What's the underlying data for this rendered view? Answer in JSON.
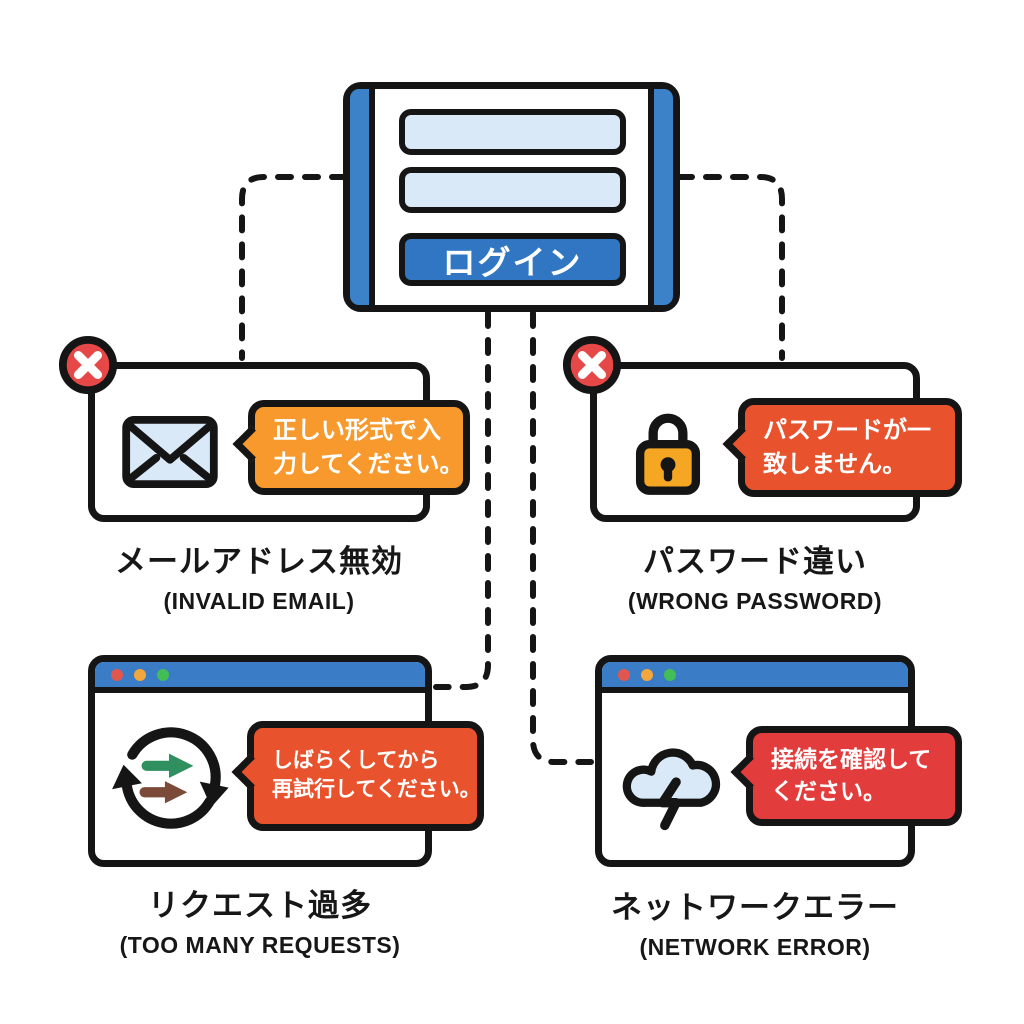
{
  "colors": {
    "ink": "#151515",
    "background": "#ffffff",
    "card_blue": "#3b82c9",
    "input_blue": "#d9e9f8",
    "button_blue": "#3076c2",
    "titlebar_blue": "#3b7cc6",
    "badge_red": "#e64747",
    "lock_orange": "#f5a623",
    "dot_red": "#e2574d",
    "dot_orange": "#f2a73d",
    "dot_green": "#43bd55",
    "arrow_green": "#2f8f5e",
    "arrow_brown": "#7b4a38"
  },
  "login_card": {
    "email_field_value": "",
    "password_field_value": "",
    "button_label": "ログイン"
  },
  "panels": {
    "invalid_email": {
      "badge_icon": "error-x-icon",
      "icon": "envelope-icon",
      "bubble_line1": "正しい形式で入",
      "bubble_line2": "力してください。",
      "bubble_color": "#f7992c",
      "caption_ja": "メールアドレス無効",
      "caption_en": "(INVALID EMAIL)"
    },
    "wrong_password": {
      "badge_icon": "error-x-icon",
      "icon": "lock-icon",
      "bubble_line1": "パスワードが一",
      "bubble_line2": "致しません。",
      "bubble_color": "#e8532e",
      "caption_ja": "パスワード違い",
      "caption_en": "(WRONG PASSWORD)"
    },
    "too_many_requests": {
      "icon": "refresh-cycle-icon",
      "window_dots": [
        "red",
        "orange",
        "green"
      ],
      "bubble_line1": "しばらくしてから",
      "bubble_line2": "再試行してください。",
      "bubble_color": "#e8532e",
      "caption_ja": "リクエスト過多",
      "caption_en": "(TOO MANY REQUESTS)"
    },
    "network_error": {
      "icon": "cloud-lightning-icon",
      "window_dots": [
        "red",
        "orange",
        "green"
      ],
      "bubble_line1": "接続を確認して",
      "bubble_line2": "ください。",
      "bubble_color": "#e23c3c",
      "caption_ja": "ネットワークエラー",
      "caption_en": "(NETWORK ERROR)"
    }
  }
}
